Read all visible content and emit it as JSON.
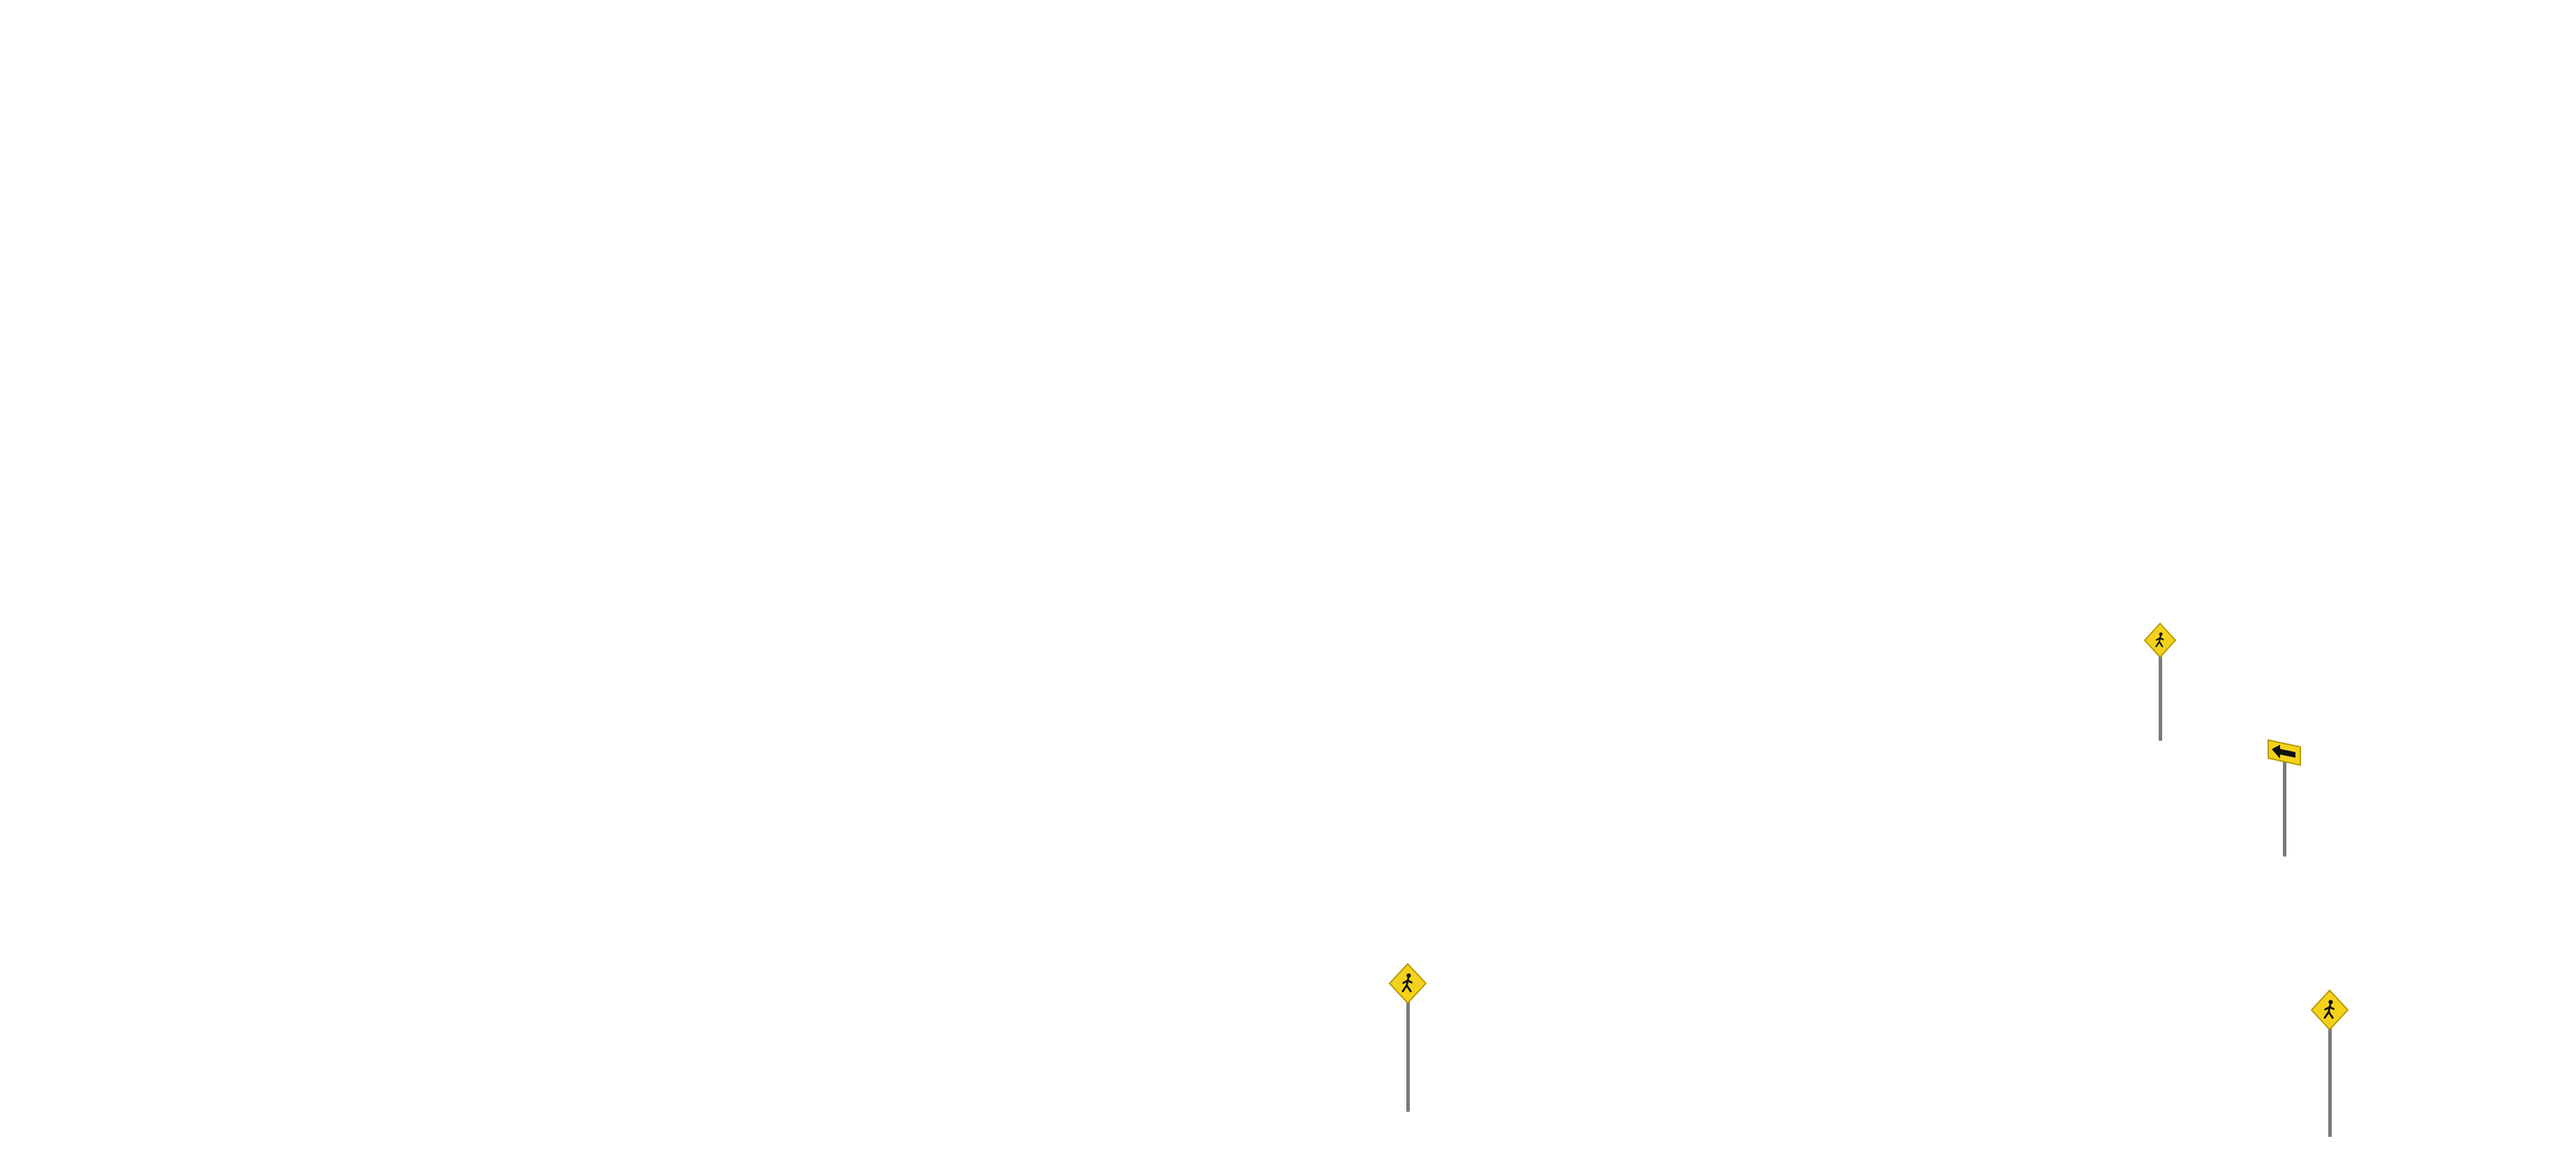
{
  "scene": {
    "background_color": "#ffffff",
    "sign_color": "#f4d21c",
    "sign_border_color": "#b89a00",
    "symbol_color": "#111111",
    "pole_color": "#7a7a7a"
  },
  "signs": [
    {
      "name": "pedestrian-crossing-sign",
      "icon": "pedestrian-icon"
    },
    {
      "name": "left-arrow-sign",
      "icon": "arrow-left-icon"
    },
    {
      "name": "pedestrian-crossing-sign",
      "icon": "pedestrian-icon"
    },
    {
      "name": "pedestrian-crossing-sign",
      "icon": "pedestrian-icon"
    }
  ]
}
